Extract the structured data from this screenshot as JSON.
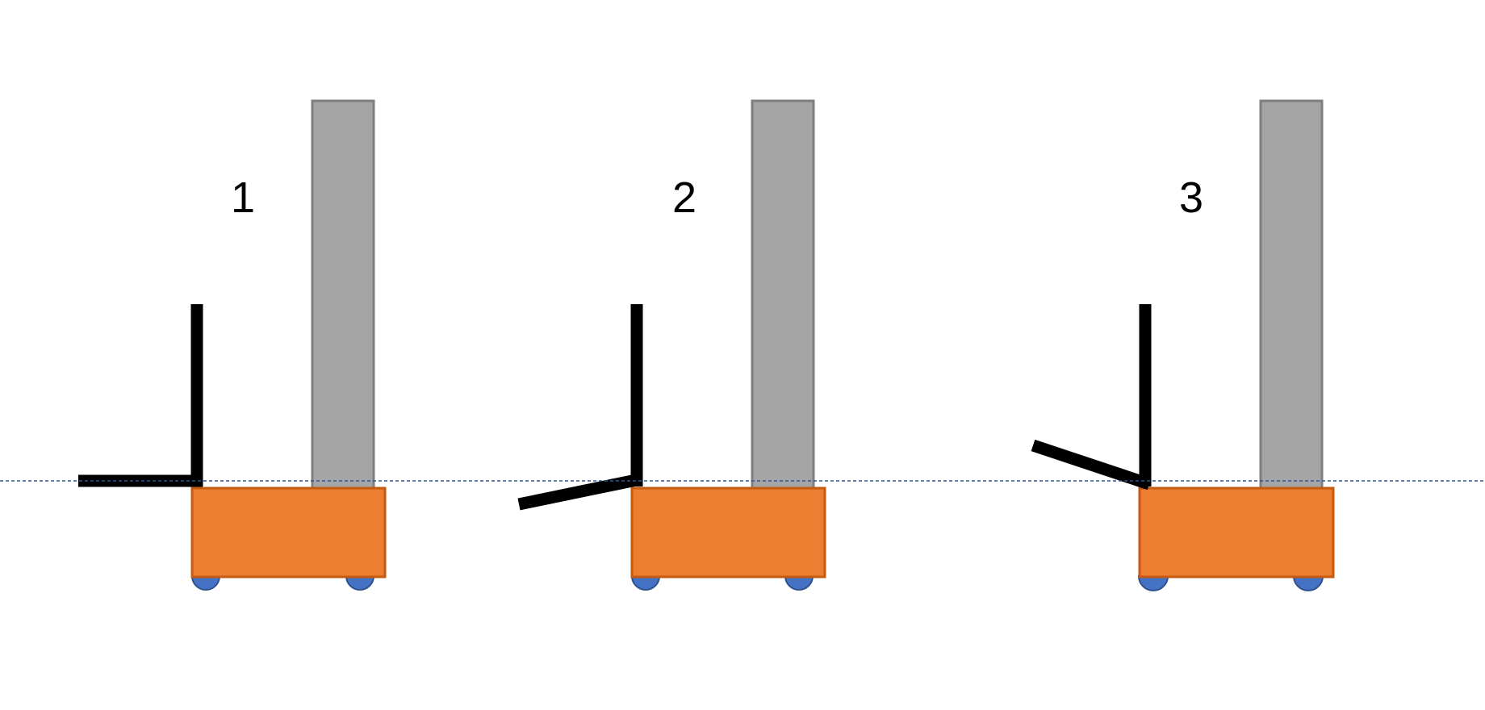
{
  "diagram": {
    "panels": [
      {
        "label": "1",
        "arm_state": "horizontal"
      },
      {
        "label": "2",
        "arm_state": "tilted-down"
      },
      {
        "label": "3",
        "arm_state": "tilted-up"
      }
    ],
    "reference_line": {
      "style": "dashed"
    }
  },
  "colors": {
    "background": "#ffffff",
    "column_fill": "#a5a5a5",
    "column_stroke": "#7f7f7f",
    "base_fill": "#ed7d31",
    "base_stroke": "#c55a11",
    "wheel_fill": "#4472c4",
    "wheel_stroke": "#2f528f",
    "arm": "#000000",
    "reference_line": "#2f5597"
  }
}
